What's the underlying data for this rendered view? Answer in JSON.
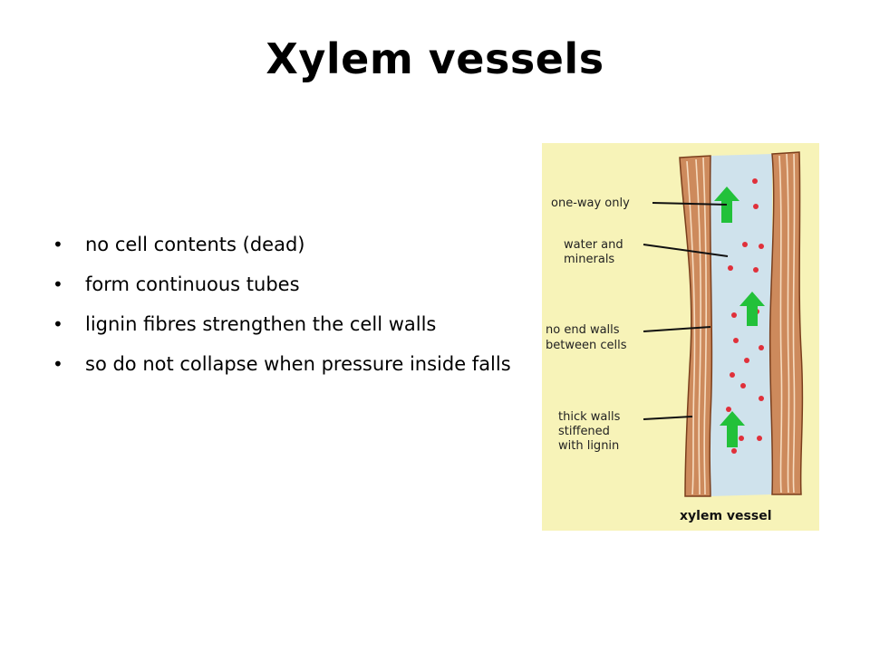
{
  "slide": {
    "title": "Xylem vessels",
    "bullets": [
      "no cell contents (dead)",
      "form continuous tubes",
      "lignin fibres strengthen the cell walls",
      "so do not collapse when pressure inside falls"
    ]
  },
  "diagram": {
    "labels": [
      "one-way only",
      "water and",
      "minerals",
      "no end walls",
      "between cells",
      "thick walls",
      "stiffened",
      "with lignin"
    ],
    "caption": "xylem vessel",
    "colors": {
      "background": "#f7f3b8",
      "wall": "#cd8a5c",
      "wall_line": "#f6dcc0",
      "lumen": "#cfe2ec",
      "arrow": "#22c13a",
      "particle": "#e0303a"
    }
  }
}
